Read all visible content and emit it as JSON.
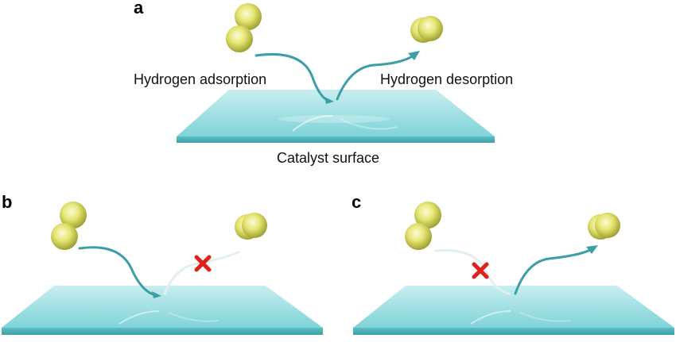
{
  "panels": {
    "a": {
      "letter": "a",
      "adsorption_label": "Hydrogen adsorption",
      "desorption_label": "Hydrogen desorption",
      "surface_label": "Catalyst surface"
    },
    "b": {
      "letter": "b",
      "blocked_step": "desorption"
    },
    "c": {
      "letter": "c",
      "blocked_step": "adsorption"
    }
  },
  "colors": {
    "surface": "#7fd3d8",
    "arrow": "#3e9ea6",
    "atom": "#dede6a",
    "block_mark": "#e0201a"
  },
  "icons": {
    "atom": "hydrogen-atom-sphere",
    "blocked": "red-cross-icon"
  }
}
